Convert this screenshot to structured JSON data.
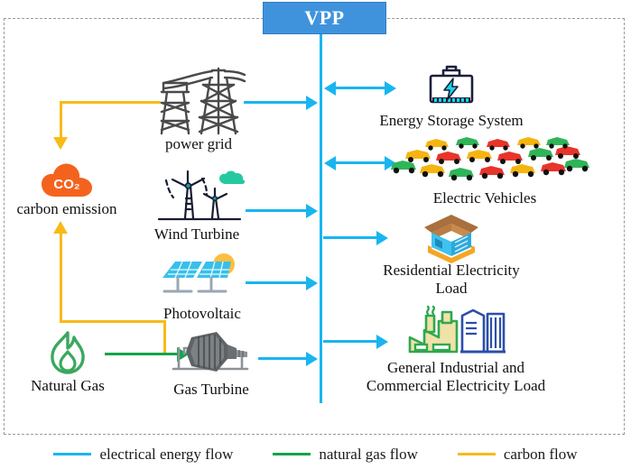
{
  "title": "VPP",
  "boundary": {
    "style": "dashed"
  },
  "sources": [
    {
      "id": "power-grid",
      "label": "power grid",
      "icon": "transmission-tower-icon"
    },
    {
      "id": "wind-turbine",
      "label": "Wind Turbine",
      "icon": "wind-turbine-icon"
    },
    {
      "id": "photovoltaic",
      "label": "Photovoltaic",
      "icon": "solar-panel-icon"
    },
    {
      "id": "gas-turbine",
      "label": "Gas Turbine",
      "icon": "gas-turbine-icon"
    }
  ],
  "inputs": [
    {
      "id": "natural-gas",
      "label": "Natural Gas",
      "icon": "flame-icon"
    },
    {
      "id": "carbon-emission",
      "label": "carbon emission",
      "icon": "co2-cloud-icon",
      "badge": "CO₂"
    }
  ],
  "loads": [
    {
      "id": "energy-storage",
      "label": "Energy Storage System",
      "icon": "battery-icon",
      "direction": "bidirectional"
    },
    {
      "id": "electric-vehicles",
      "label": "Electric Vehicles",
      "icon": "electric-vehicles-icon",
      "direction": "bidirectional"
    },
    {
      "id": "residential-load",
      "label": "Residential Electricity\nLoad",
      "line1": "Residential Electricity",
      "line2": "Load",
      "icon": "house-icon",
      "direction": "out"
    },
    {
      "id": "industrial-load",
      "label": "General Industrial and\nCommercial Electricity Load",
      "line1": "General Industrial and",
      "line2": "Commercial Electricity Load",
      "icon": "factory-icon",
      "direction": "out"
    }
  ],
  "legend": [
    {
      "id": "electrical-energy-flow",
      "label": "electrical energy flow",
      "color": "#19b5f0"
    },
    {
      "id": "natural-gas-flow",
      "label": "natural gas flow",
      "color": "#14a44a"
    },
    {
      "id": "carbon-flow",
      "label": "carbon flow",
      "color": "#f9ba18"
    }
  ],
  "colors": {
    "vpp_box": "#3f93dd",
    "electrical": "#19b5f0",
    "gas": "#14a44a",
    "carbon": "#f9ba18",
    "boundary": "#9a9a9a"
  }
}
